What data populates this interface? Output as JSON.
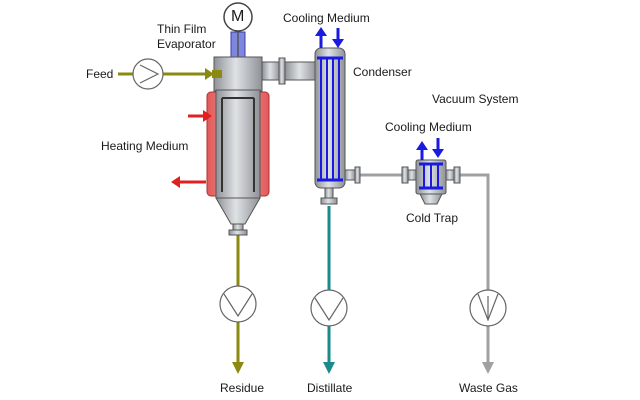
{
  "labels": {
    "evaporator_line1": "Thin Film",
    "evaporator_line2": "Evaporator",
    "motor": "M",
    "feed": "Feed",
    "heating_medium": "Heating Medium",
    "cooling_medium_condenser": "Cooling Medium",
    "condenser": "Condenser",
    "vacuum_system": "Vacuum System",
    "cooling_medium_trap": "Cooling Medium",
    "cold_trap": "Cold Trap",
    "residue": "Residue",
    "distillate": "Distillate",
    "waste_gas": "Waste Gas"
  },
  "colors": {
    "feed_line": "#8a8a10",
    "distillate_line": "#1a8a8a",
    "vacuum_line": "#a0a0a0",
    "heating_arrow": "#e02020",
    "cooling_arrow": "#1a1ae0",
    "heating_jacket": "#e87070",
    "vessel_gray": "#b8bcc0",
    "motor_shaft": "#7f86e0"
  }
}
